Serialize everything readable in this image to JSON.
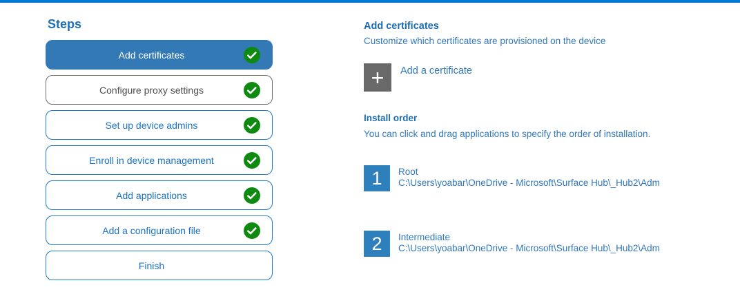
{
  "colors": {
    "top_line": "#0078d4",
    "active_step_bg": "#3279b5",
    "step_border_blue": "#2279cc",
    "step_text_blue": "#1a73c4",
    "muted_step_border": "#6e6c6a",
    "muted_step_text": "#4f4d4b",
    "check_green": "#0e8a10",
    "heading_blue": "#1b6cb1",
    "body_blue": "#3077bb",
    "add_button_gray": "#696969",
    "order_number_bg": "#2e80bd"
  },
  "icons": {
    "plus_glyph": "+"
  },
  "sidebar": {
    "title": "Steps",
    "steps": [
      {
        "label": "Add certificates",
        "state": "active",
        "checked": true
      },
      {
        "label": "Configure proxy settings",
        "state": "muted",
        "checked": true
      },
      {
        "label": "Set up device admins",
        "state": "normal",
        "checked": true
      },
      {
        "label": "Enroll in device management",
        "state": "normal",
        "checked": true
      },
      {
        "label": "Add applications",
        "state": "normal",
        "checked": true
      },
      {
        "label": "Add a configuration file",
        "state": "normal",
        "checked": true
      },
      {
        "label": "Finish",
        "state": "normal",
        "checked": false
      }
    ]
  },
  "main": {
    "section_title": "Add certificates",
    "section_description": "Customize which certificates are provisioned on the device",
    "add_certificate_label": "Add a certificate",
    "install_order": {
      "title": "Install order",
      "description": "You can click and drag applications to specify the order of installation.",
      "items": [
        {
          "number": "1",
          "name": "Root",
          "path": "C:\\Users\\yoabar\\OneDrive - Microsoft\\Surface Hub\\_Hub2\\Adm"
        },
        {
          "number": "2",
          "name": "Intermediate",
          "path": "C:\\Users\\yoabar\\OneDrive - Microsoft\\Surface Hub\\_Hub2\\Adm"
        }
      ]
    }
  }
}
